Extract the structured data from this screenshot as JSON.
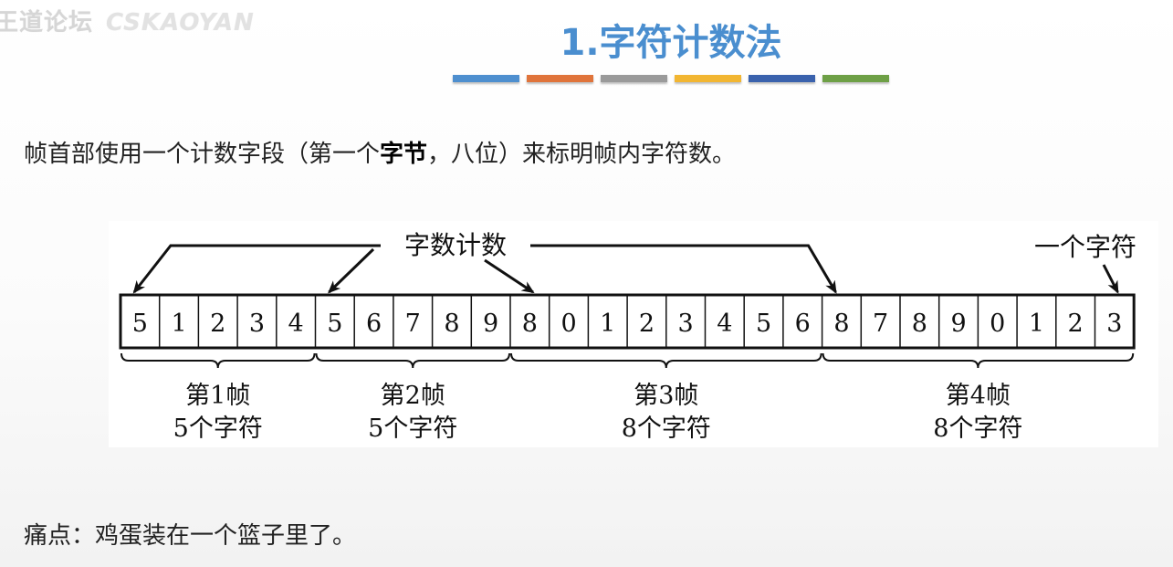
{
  "watermark": {
    "text": "王道论坛",
    "sub": "CSKAOYAN"
  },
  "slide": {
    "title": "1.字符计数法",
    "accent_color": "#4a8ecf",
    "bar_colors": [
      "#4e8fcf",
      "#e0743b",
      "#9a9a9a",
      "#f2b632",
      "#3a62ad",
      "#6ea046"
    ]
  },
  "intro": {
    "prefix": "帧首部使用一个计数字段（第一个",
    "bold": "字节",
    "suffix": "，八位）来标明帧内字符数。"
  },
  "diagram": {
    "top_label": "字数计数",
    "one_char_label": "一个字符",
    "cells": [
      "5",
      "1",
      "2",
      "3",
      "4",
      "5",
      "6",
      "7",
      "8",
      "9",
      "8",
      "0",
      "1",
      "2",
      "3",
      "4",
      "5",
      "6",
      "8",
      "7",
      "8",
      "9",
      "0",
      "1",
      "2",
      "3"
    ],
    "frames": [
      {
        "name": "第1帧",
        "count": "5个字符",
        "start": 0,
        "length": 5
      },
      {
        "name": "第2帧",
        "count": "5个字符",
        "start": 5,
        "length": 5
      },
      {
        "name": "第3帧",
        "count": "8个字符",
        "start": 10,
        "length": 8
      },
      {
        "name": "第4帧",
        "count": "8个字符",
        "start": 18,
        "length": 8
      }
    ]
  },
  "pain_point": "痛点：鸡蛋装在一个篮子里了。"
}
